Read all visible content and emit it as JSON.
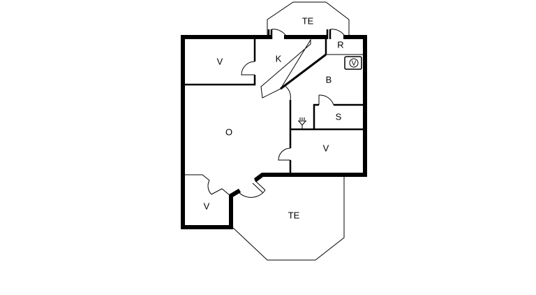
{
  "floorplan": {
    "rooms": {
      "terrace_top": "TE",
      "storage_top_left": "V",
      "kitchen": "K",
      "room_r": "R",
      "bathroom": "B",
      "sauna": "S",
      "living": "O",
      "storage_right": "V",
      "storage_bottom_left": "V",
      "terrace_bottom": "TE"
    },
    "symbols": {
      "washing_machine": "V",
      "washing_machine_icon": "washing-machine-icon",
      "floor_drain_icon": "floor-drain-icon"
    }
  }
}
